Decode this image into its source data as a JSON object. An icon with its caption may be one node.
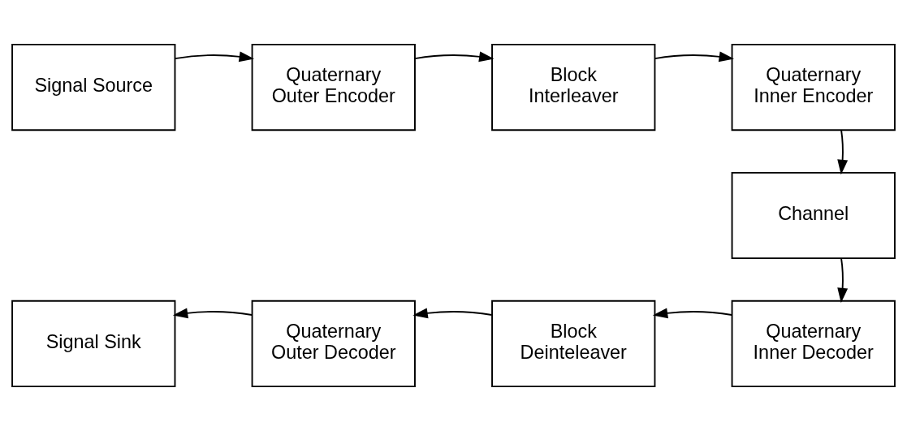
{
  "diagram": {
    "nodes": [
      {
        "text": [
          "Signal Source"
        ]
      },
      {
        "text": [
          "Quaternary Outer Encoder"
        ]
      },
      {
        "text": [
          "Block Interleaver"
        ]
      },
      {
        "text": [
          "Quaternary Inner Encoder"
        ]
      },
      {
        "text": [
          "Channel"
        ]
      },
      {
        "text": [
          "Signal Sink"
        ]
      },
      {
        "text": [
          "Quaternary Outer Decoder"
        ]
      },
      {
        "text": [
          "Block Deinteleaver"
        ]
      },
      {
        "text": [
          "Quaternary Inner Decoder"
        ]
      }
    ],
    "edges": [
      {
        "from": 0,
        "to": 1,
        "arrow": "to"
      },
      {
        "from": 1,
        "to": 2,
        "arrow": "to"
      },
      {
        "from": 2,
        "to": 3,
        "arrow": "to"
      },
      {
        "from": 3,
        "to": 4,
        "arrow": "to"
      },
      {
        "from": 4,
        "to": 8,
        "arrow": "to"
      },
      {
        "from": 8,
        "to": 7,
        "arrow": "to"
      },
      {
        "from": 7,
        "to": 6,
        "arrow": "to"
      },
      {
        "from": 6,
        "to": 5,
        "arrow": "to"
      }
    ]
  }
}
